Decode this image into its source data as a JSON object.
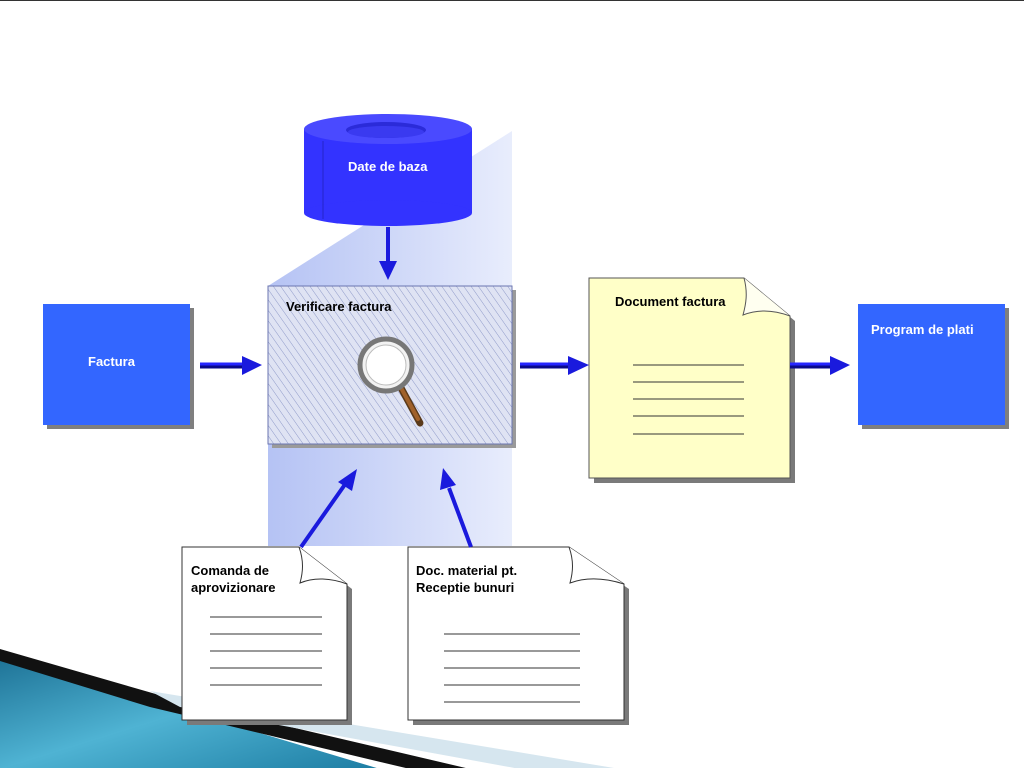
{
  "nodes": {
    "database": {
      "label": "Date de baza"
    },
    "invoice": {
      "label": "Factura"
    },
    "verify": {
      "label": "Verificare factura"
    },
    "invoice_document": {
      "label": "Document factura"
    },
    "payment_program": {
      "label": "Program de plati"
    },
    "purchase_order": {
      "line1": "Comanda de",
      "line2": "aprovizionare"
    },
    "goods_receipt": {
      "line1": "Doc. material pt.",
      "line2": "Receptie bunuri"
    }
  },
  "colors": {
    "database_fill": "#3333ff",
    "invoice_fill": "#3366ff",
    "payment_fill": "#3366ff",
    "document_fill": "#ffffc8",
    "arrow": "#1a1add",
    "beam": "#c8d2f8",
    "verify_fill": "#d4daf2",
    "decor_teal": "#2a8fb0"
  }
}
